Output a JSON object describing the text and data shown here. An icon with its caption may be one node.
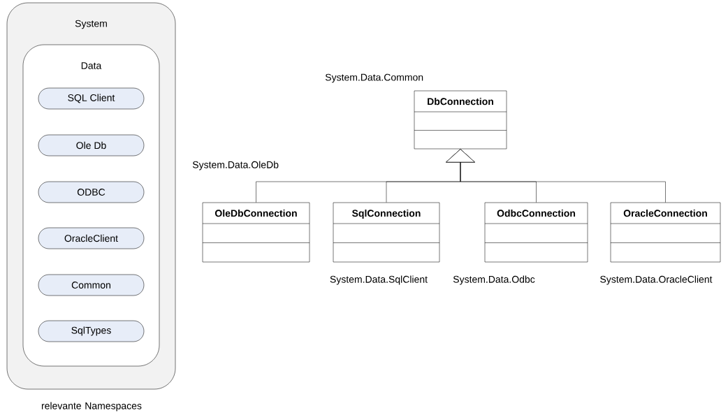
{
  "diagram": {
    "nodes": [
      {
        "text": [
          "System"
        ],
        "beside": [
          "relevante Namespaces"
        ]
      },
      {
        "text": [
          "Data"
        ],
        "in": 0
      },
      {
        "text": [
          "SQL Client"
        ],
        "in": 1
      },
      {
        "text": [
          "Ole Db"
        ],
        "in": 1
      },
      {
        "text": [
          "ODBC"
        ],
        "in": 1
      },
      {
        "text": [
          "OracleClient"
        ],
        "in": 1
      },
      {
        "text": [
          "Common"
        ],
        "in": 1
      },
      {
        "text": [
          "SqlTypes"
        ],
        "in": 1
      },
      {
        "text": [
          "DbConnection"
        ],
        "beside": [
          "System.Data.Common"
        ]
      },
      {
        "text": [
          "OleDbConnection"
        ],
        "beside": [
          "System.Data.OleDb"
        ]
      },
      {
        "text": [
          "SqlConnection"
        ],
        "beside": [
          "System.Data.SqlClient"
        ]
      },
      {
        "text": [
          "OdbcConnection"
        ],
        "beside": [
          "System.Data.Odbc"
        ]
      },
      {
        "text": [
          "OracleConnection"
        ],
        "beside": [
          "System.Data.OracleClient"
        ]
      }
    ],
    "edges": [
      {
        "from": 9,
        "to": 8,
        "arrow": "to"
      },
      {
        "from": 10,
        "to": 8,
        "arrow": "to"
      },
      {
        "from": 11,
        "to": 8,
        "arrow": "to"
      },
      {
        "from": 12,
        "to": 8,
        "arrow": "to"
      }
    ]
  }
}
